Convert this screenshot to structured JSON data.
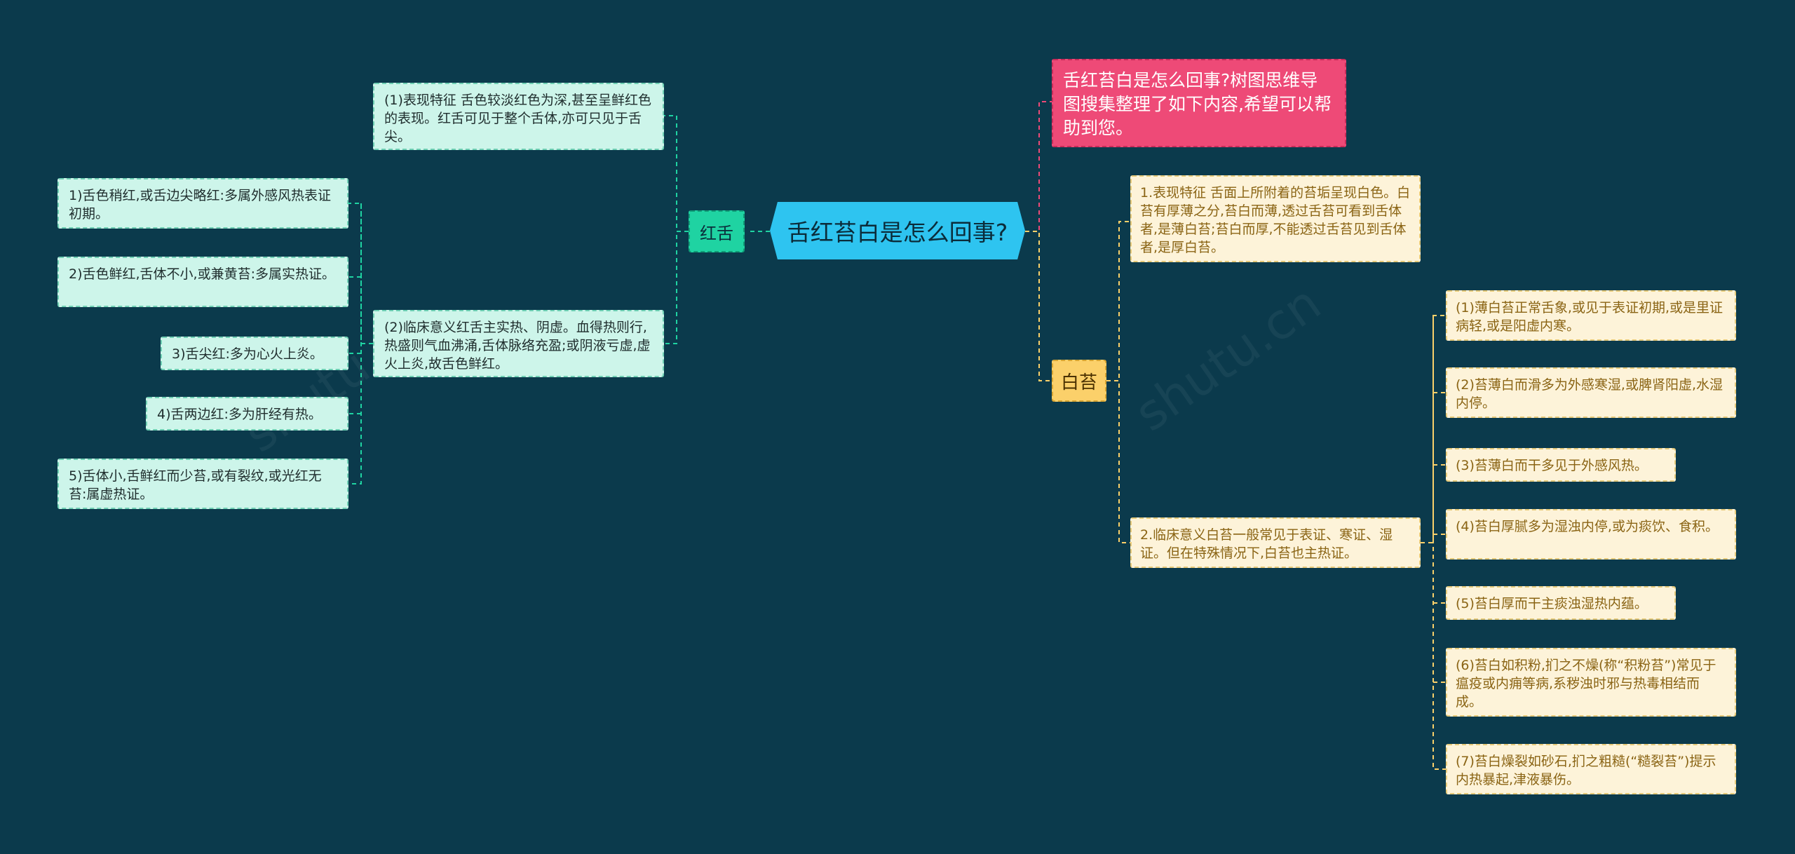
{
  "root": {
    "label": "舌红苔白是怎么回事?"
  },
  "intro": {
    "text": "舌红苔白是怎么回事?树图思维导图搜集整理了如下内容,希望可以帮助到您。"
  },
  "branch_red": {
    "label": "红舌",
    "feature": "(1)表现特征  舌色较淡红色为深,甚至呈鲜红色的表现。红舌可见于整个舌体,亦可只见于舌尖。",
    "clinical": "(2)临床意义红舌主实热、阴虚。血得热则行,热盛则气血沸涌,舌体脉络充盈;或阴液亏虚,虚火上炎,故舌色鲜红。",
    "clinical_items": [
      "1)舌色稍红,或舌边尖略红:多属外感风热表证初期。",
      "2)舌色鲜红,舌体不小,或兼黄苔:多属实热证。",
      "3)舌尖红:多为心火上炎。",
      "4)舌两边红:多为肝经有热。",
      "5)舌体小,舌鲜红而少苔,或有裂纹,或光红无苔:属虚热证。"
    ]
  },
  "branch_white": {
    "label": "白苔",
    "feature": "1.表现特征  舌面上所附着的苔垢呈现白色。白苔有厚薄之分,苔白而薄,透过舌苔可看到舌体者,是薄白苔;苔白而厚,不能透过舌苔见到舌体者,是厚白苔。",
    "clinical": "2.临床意义白苔一般常见于表证、寒证、湿证。但在特殊情况下,白苔也主热证。",
    "clinical_items": [
      "(1)薄白苔正常舌象,或见于表证初期,或是里证病轻,或是阳虚内寒。",
      "(2)苔薄白而滑多为外感寒湿,或脾肾阳虚,水湿内停。",
      "(3)苔薄白而干多见于外感风热。",
      "(4)苔白厚腻多为湿浊内停,或为痰饮、食积。",
      "(5)苔白厚而干主痰浊湿热内蕴。",
      "(6)苔白如积粉,扪之不燥(称“积粉苔”)常见于瘟疫或内痈等病,系秽浊时邪与热毒相结而成。",
      "(7)苔白燥裂如砂石,扪之粗糙(“糙裂苔”)提示内热暴起,津液暴伤。"
    ]
  },
  "colors": {
    "background": "#0b3a4c",
    "root": "#2ec4f0",
    "red_branch": "#1fd3a2",
    "white_branch": "#fbd06a",
    "intro": "#ee4a77",
    "mint_card": "#cdf5ea",
    "cream_card": "#fdf3d9"
  }
}
